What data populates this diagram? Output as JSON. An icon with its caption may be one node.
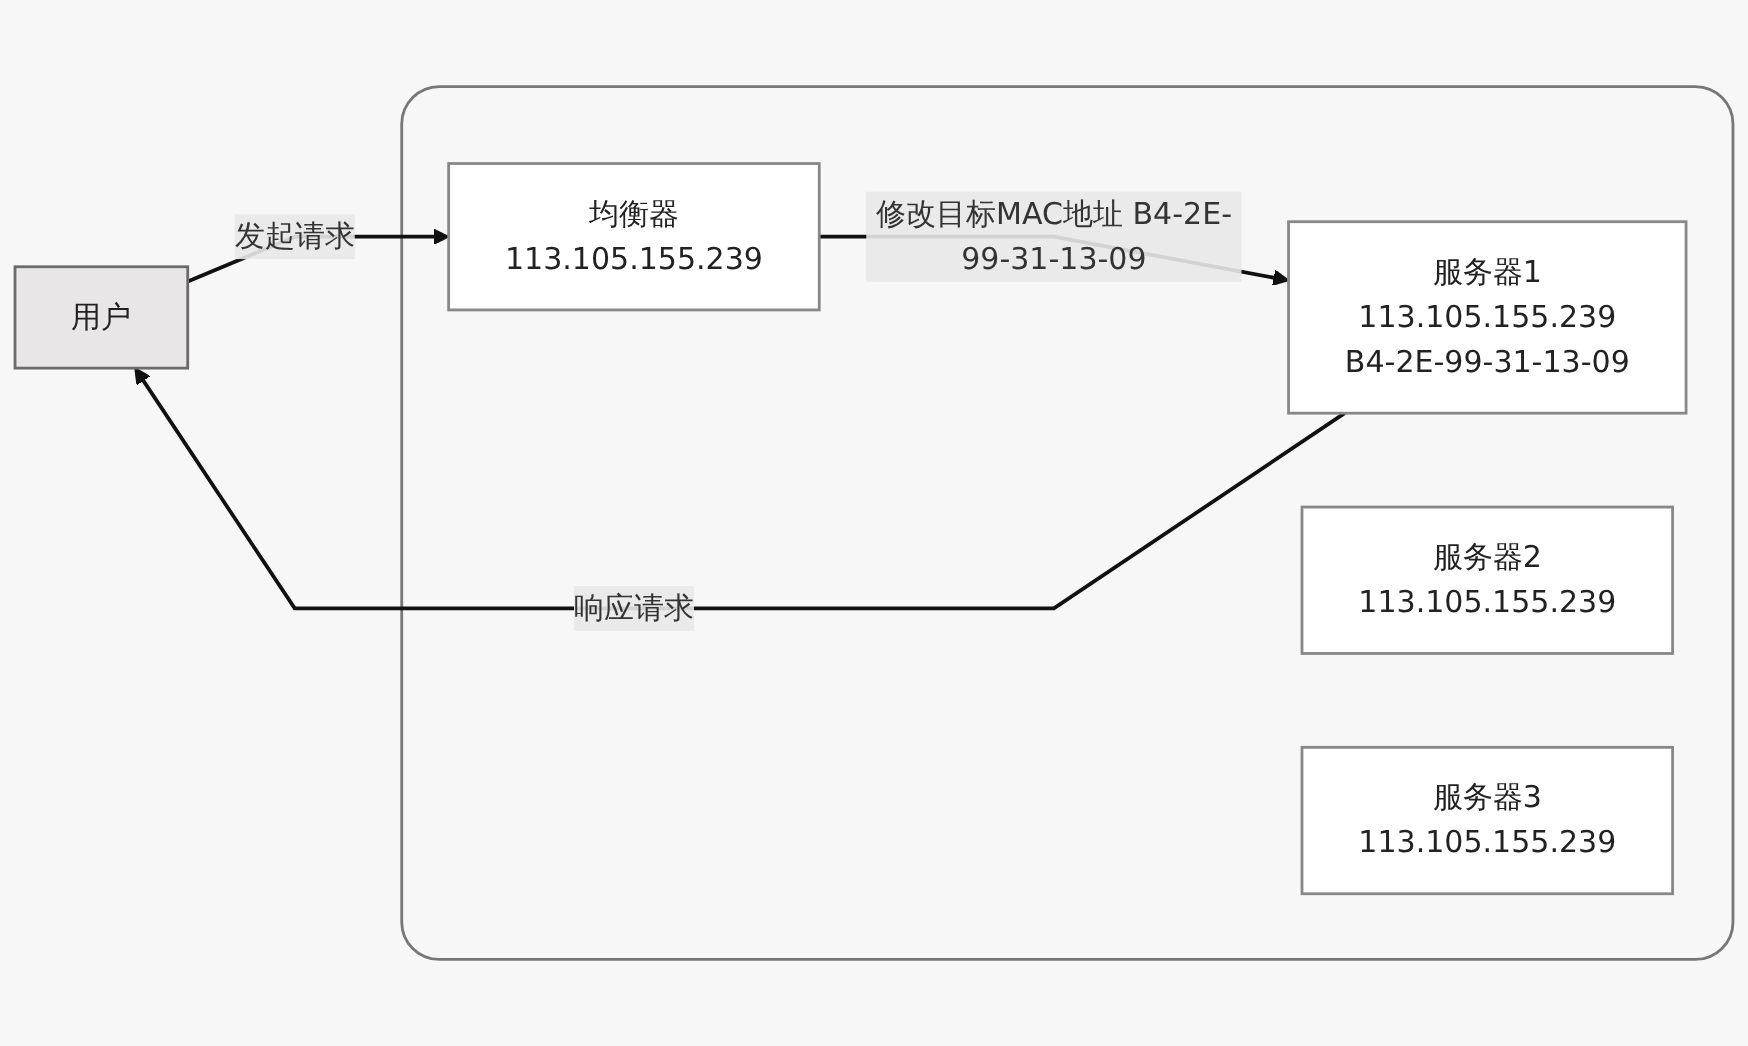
{
  "diagram": {
    "nodes": [
      {
        "text": [],
        "shape": "box"
      },
      {
        "text": [
          "用户"
        ]
      },
      {
        "text": [
          "均衡器",
          "113.105.155.239"
        ],
        "in": 0
      },
      {
        "text": [
          "服务器1",
          "113.105.155.239",
          "B4-2E-99-31-13-09"
        ],
        "in": 0
      },
      {
        "text": [
          "服务器2",
          "113.105.155.239"
        ],
        "in": 0
      },
      {
        "text": [
          "服务器3",
          "113.105.155.239"
        ],
        "in": 0
      }
    ],
    "edges": [
      {
        "from": 1,
        "to": 2,
        "arrow": "to",
        "label": "发起请求"
      },
      {
        "from": 2,
        "to": 3,
        "arrow": "to",
        "label": "修改目标MAC地址 B4-2E-99-31-13-09"
      },
      {
        "from": 3,
        "to": 1,
        "arrow": "to",
        "label": "响应请求"
      }
    ]
  }
}
